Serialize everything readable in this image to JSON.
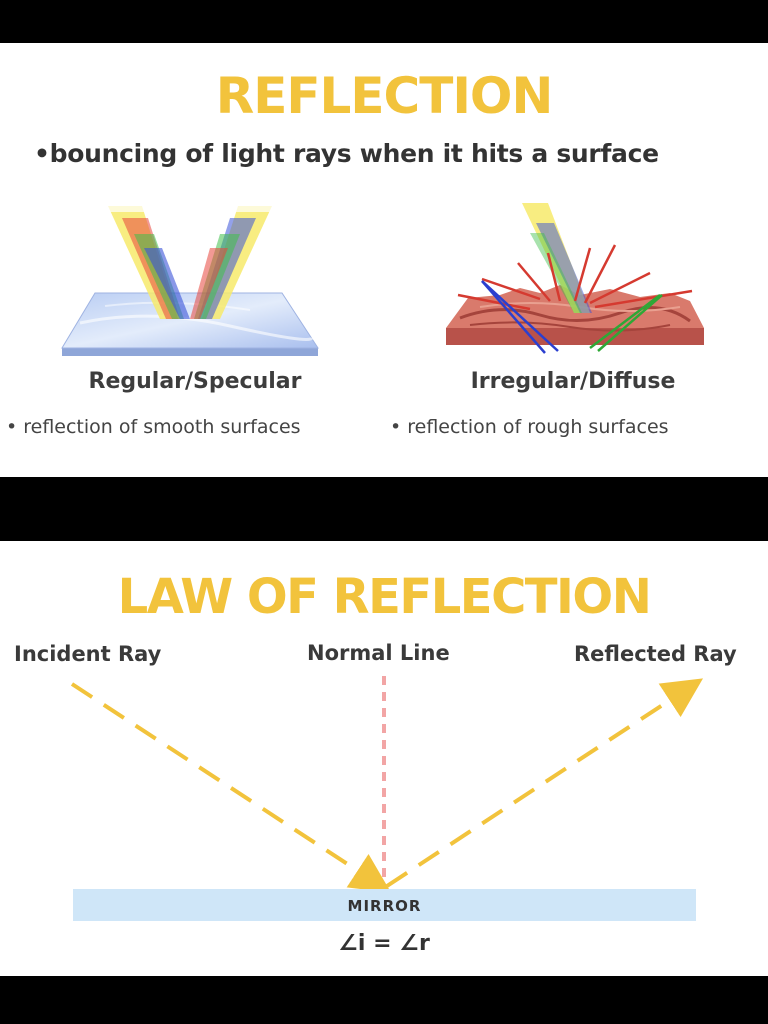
{
  "top": {
    "title": "REFLECTION",
    "definition": "•bouncing of light rays when it hits a surface",
    "specular": {
      "title": "Regular/Specular",
      "description": "• reflection of smooth surfaces"
    },
    "diffuse": {
      "title": "Irregular/Diffuse",
      "description": "• reflection of rough surfaces"
    }
  },
  "law": {
    "title": "LAW OF REFLECTION",
    "incident_label": "Incident Ray",
    "normal_label": "Normal Line",
    "reflected_label": "Reflected Ray",
    "mirror_label": "MIRROR",
    "equation": "∠i = ∠r"
  },
  "colors": {
    "accent_yellow": "#f2c33c",
    "normal_line": "#f2a5a5",
    "mirror": "#cfe6f8"
  }
}
